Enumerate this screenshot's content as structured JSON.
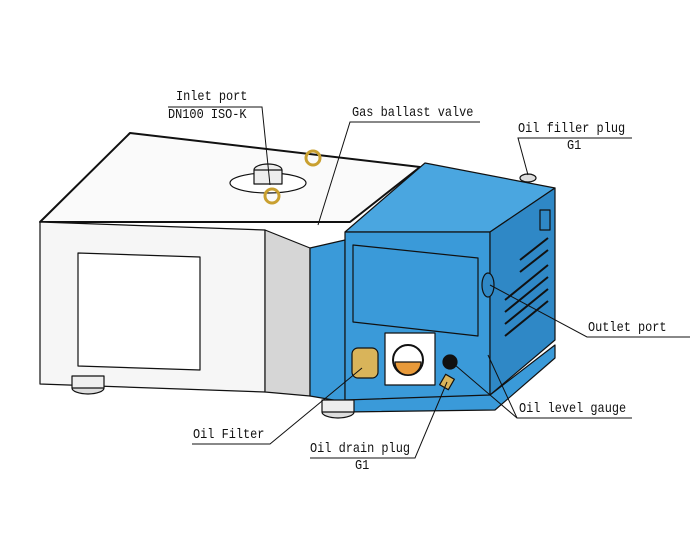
{
  "labels": {
    "inlet_port": "Inlet port",
    "inlet_spec": "DN100 ISO-K",
    "gas_ballast": "Gas ballast valve",
    "oil_filler": "Oil filler plug",
    "oil_filler_spec": "G1",
    "outlet_port": "Outlet port",
    "oil_level": "Oil level gauge",
    "oil_filter": "Oil Filter",
    "oil_drain": "Oil drain plug",
    "oil_drain_spec": "G1"
  },
  "colors": {
    "pump_blue": "#3a9ad9",
    "housing": "#f4f4f4",
    "brass": "#d9b45a",
    "oil": "#e89a3a"
  }
}
